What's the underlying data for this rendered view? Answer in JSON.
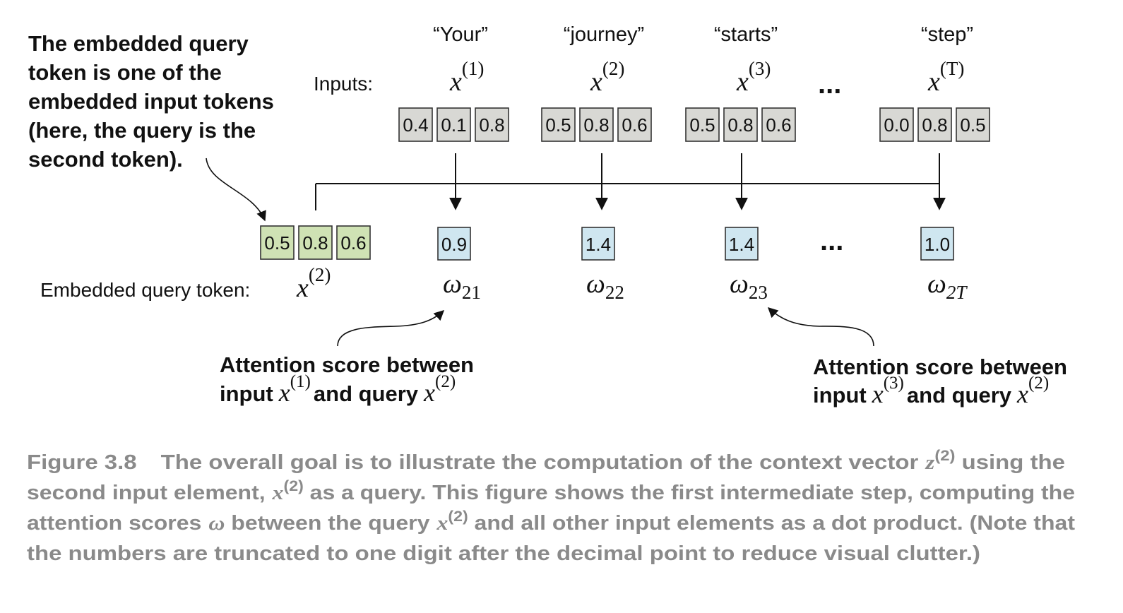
{
  "colors": {
    "input_cell": "#d8d8d4",
    "query_cell": "#cfe2b4",
    "score_cell": "#cfe6f0",
    "line": "#111111",
    "caption": "#8a8a8a"
  },
  "annotation_query": {
    "lines": [
      "The embedded query",
      "token is one of the",
      "embedded input tokens",
      "(here, the query is the",
      "second token)."
    ]
  },
  "inputs_label": "Inputs:",
  "ellipsis": "...",
  "tokens": [
    {
      "word": "“Your”",
      "var": "x",
      "sup": "(1)",
      "values": [
        "0.4",
        "0.1",
        "0.8"
      ]
    },
    {
      "word": "“journey”",
      "var": "x",
      "sup": "(2)",
      "values": [
        "0.5",
        "0.8",
        "0.6"
      ]
    },
    {
      "word": "“starts”",
      "var": "x",
      "sup": "(3)",
      "values": [
        "0.5",
        "0.8",
        "0.6"
      ]
    },
    {
      "word": "“step”",
      "var": "x",
      "sup": "(T)",
      "values": [
        "0.0",
        "0.8",
        "0.5"
      ]
    }
  ],
  "query": {
    "label": "Embedded query token:",
    "var": "x",
    "sup": "(2)",
    "values": [
      "0.5",
      "0.8",
      "0.6"
    ]
  },
  "scores": [
    {
      "value": "0.9",
      "symbol": "ω",
      "sub": "21"
    },
    {
      "value": "1.4",
      "symbol": "ω",
      "sub": "22"
    },
    {
      "value": "1.4",
      "symbol": "ω",
      "sub": "23"
    },
    {
      "value": "1.0",
      "symbol": "ω",
      "sub": "2T"
    }
  ],
  "annotation_score_left": {
    "line1": "Attention score between",
    "line2_prefix": "input",
    "input_var": "x",
    "input_sup": "(1)",
    "middle": "and query",
    "query_var": "x",
    "query_sup": "(2)"
  },
  "annotation_score_right": {
    "line1": "Attention score between",
    "line2_prefix": "input",
    "input_var": "x",
    "input_sup": "(3)",
    "middle": "and query",
    "query_var": "x",
    "query_sup": "(2)"
  },
  "caption": {
    "figure_label": "Figure 3.8",
    "l1_text": "The overall goal is to illustrate the computation of the context vector",
    "l1_var": "z",
    "l1_sup": "(2)",
    "l1_end": "using the",
    "l2_start": "second input element,",
    "l2_var": "x",
    "l2_sup": "(2)",
    "l2_end": "as a query. This figure shows the first intermediate step, computing the",
    "l3_start": "attention scores",
    "l3_omega": "ω",
    "l3_mid": "between the query",
    "l3_var": "x",
    "l3_sup": "(2)",
    "l3_end": "and all other input elements as a dot product. (Note that",
    "l4": "the numbers are truncated to one digit after the decimal point to reduce visual clutter.)"
  }
}
